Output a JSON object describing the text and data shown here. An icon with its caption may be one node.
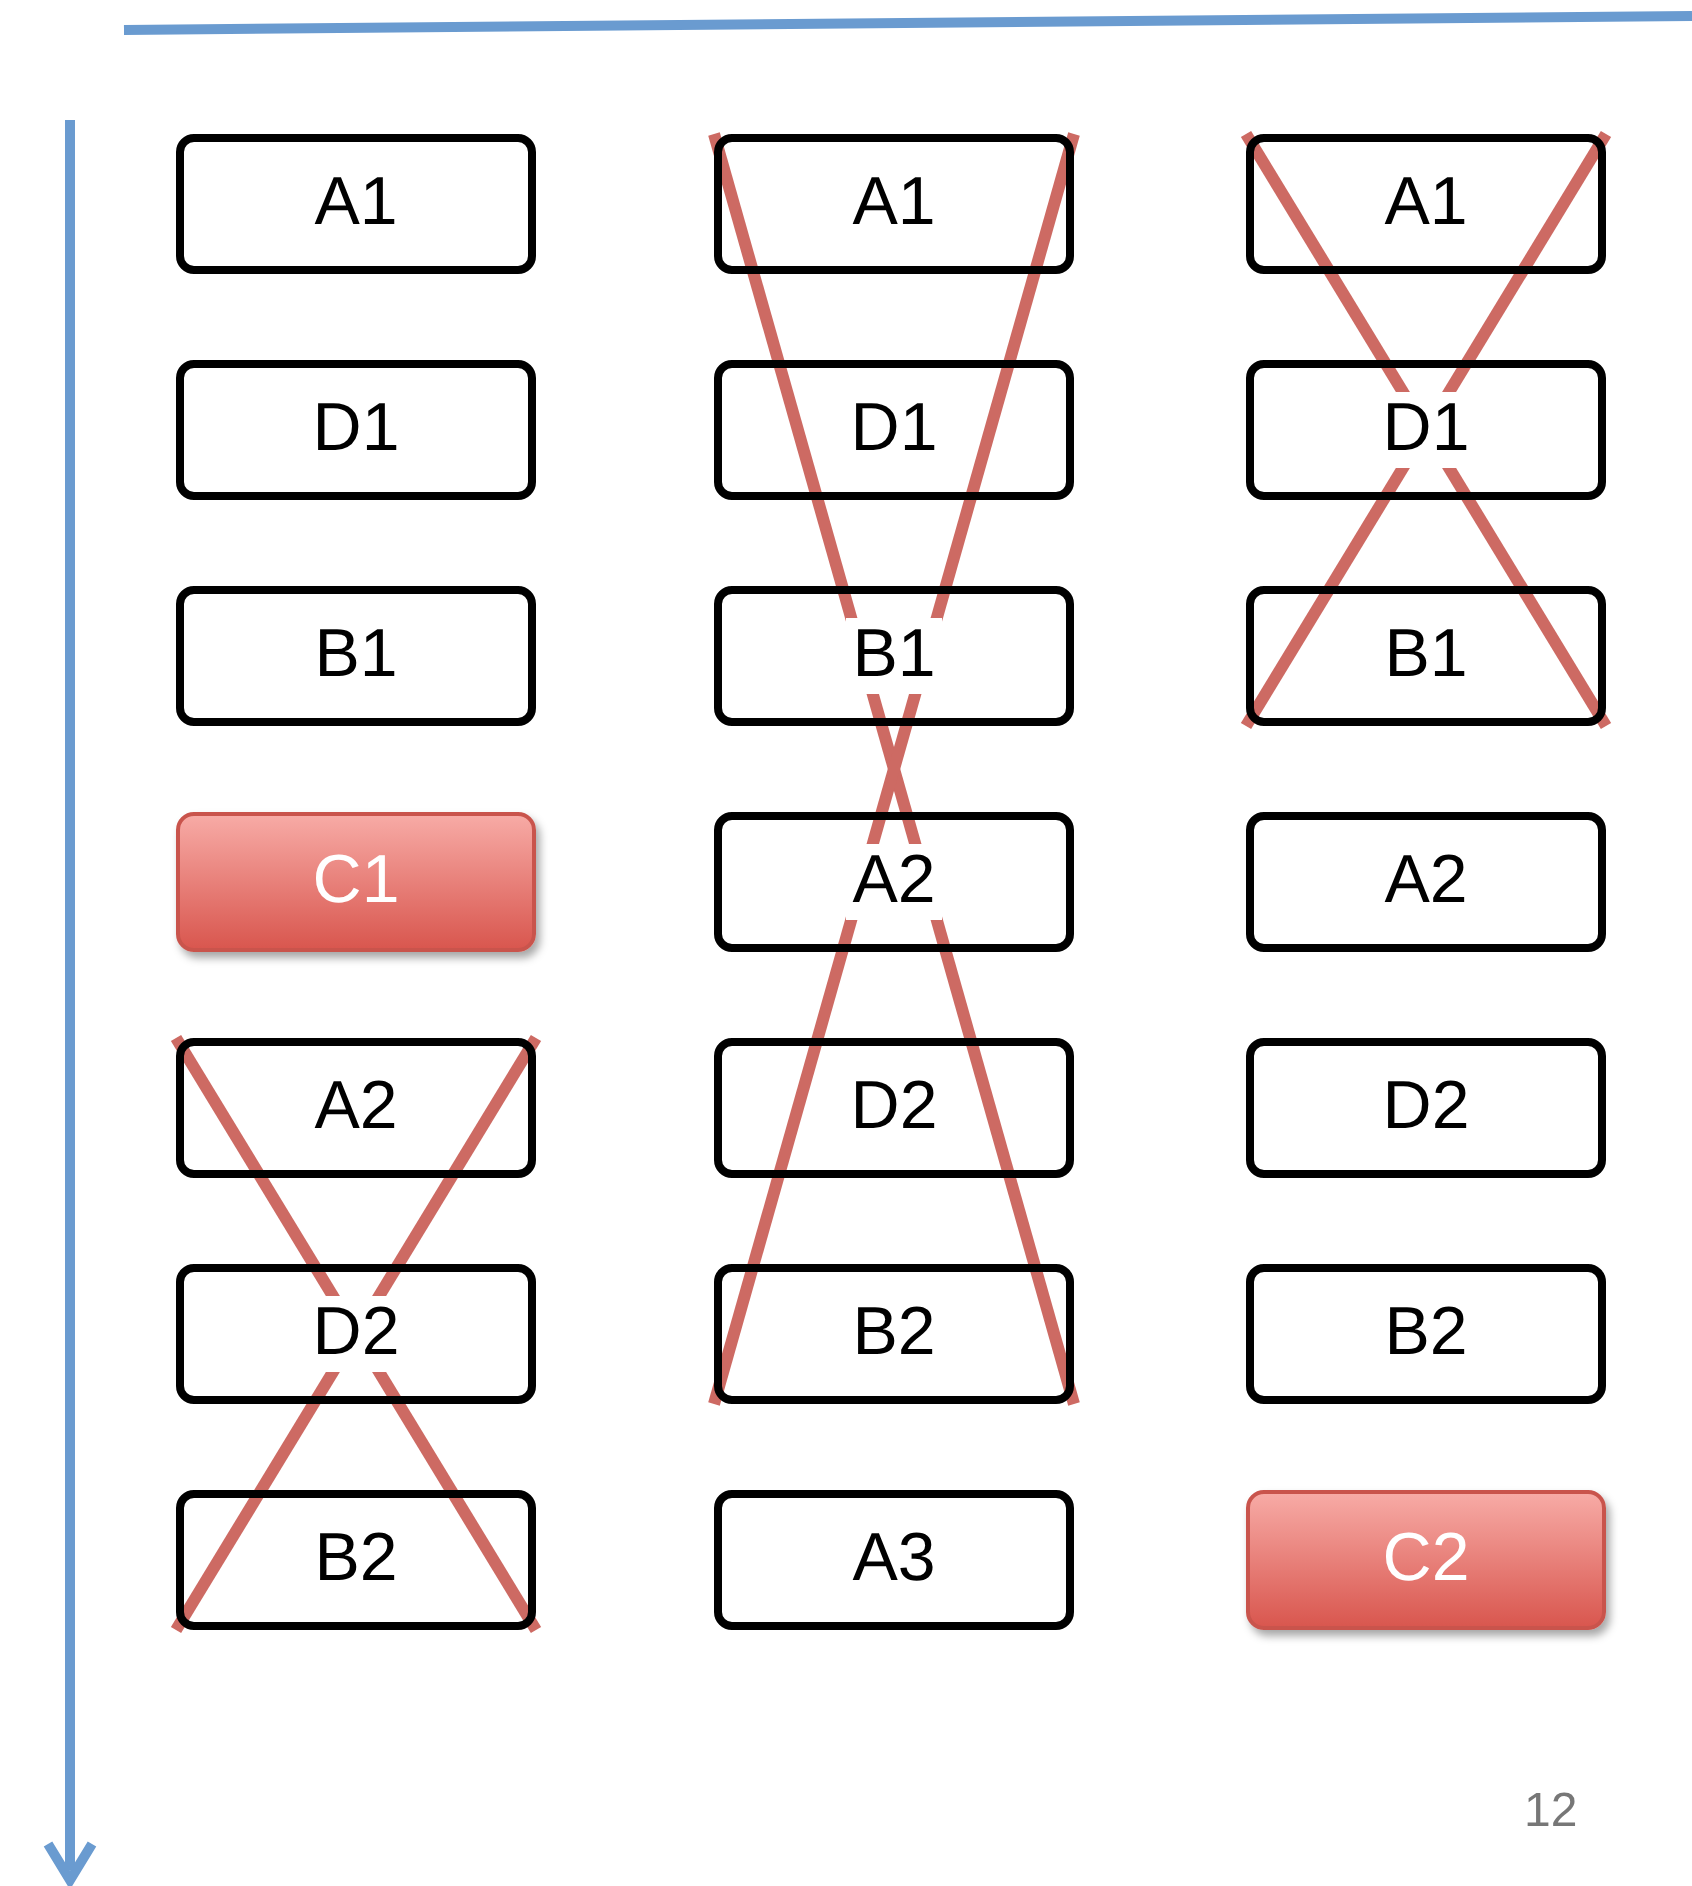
{
  "diagram": {
    "nodes": [
      {
        "text": [
          "A1"
        ]
      },
      {
        "text": [
          "D1"
        ]
      },
      {
        "text": [
          "B1"
        ]
      },
      {
        "text": [
          "C1"
        ]
      },
      {
        "text": [
          "A2"
        ]
      },
      {
        "text": [
          "D2"
        ]
      },
      {
        "text": [
          "B2"
        ]
      },
      {
        "text": [
          "A1"
        ]
      },
      {
        "text": [
          "D1"
        ]
      },
      {
        "text": [
          "B1"
        ]
      },
      {
        "text": [
          "A2"
        ]
      },
      {
        "text": [
          "D2"
        ]
      },
      {
        "text": [
          "B2"
        ]
      },
      {
        "text": [
          "A3"
        ]
      },
      {
        "text": [
          "A1"
        ]
      },
      {
        "text": [
          "D1"
        ]
      },
      {
        "text": [
          "B1"
        ]
      },
      {
        "text": [
          "A2"
        ]
      },
      {
        "text": [
          "D2"
        ]
      },
      {
        "text": [
          "B2"
        ]
      },
      {
        "text": [
          "C2"
        ]
      }
    ],
    "edges": [],
    "labels": [
      "12"
    ]
  }
}
